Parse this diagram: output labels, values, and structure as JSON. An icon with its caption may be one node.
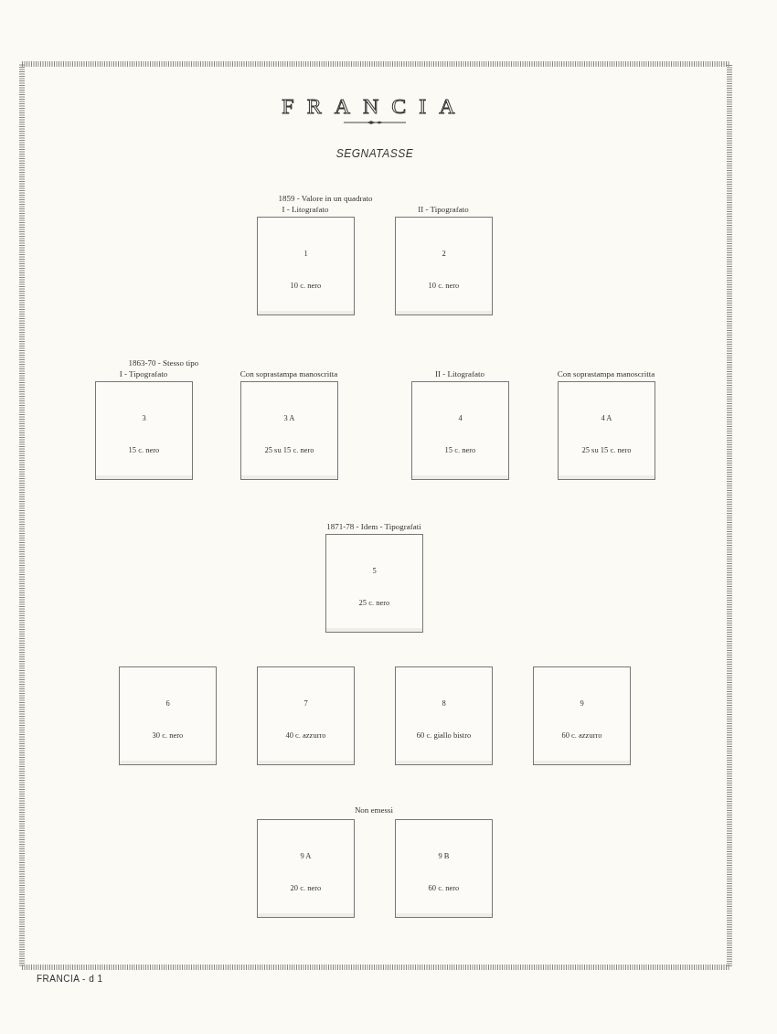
{
  "diagram": {
    "title": "FRANCIA",
    "nodes": [
      {
        "text": [
          "1",
          "10 c. nero"
        ],
        "beside": [
          "1859 - Valore in un quadrato",
          "I - Litografato"
        ]
      },
      {
        "text": [
          "2",
          "10 c. nero"
        ],
        "beside": [
          "II - Tipografato"
        ]
      },
      {
        "text": [
          "3",
          "15 c. nero"
        ],
        "beside": [
          "1863-70 - Stesso tipo",
          "I - Tipografato"
        ]
      },
      {
        "text": [
          "3 A",
          "25 su 15 c. nero"
        ],
        "beside": [
          "Con soprastampa manoscritta"
        ]
      },
      {
        "text": [
          "4",
          "15 c. nero"
        ],
        "beside": [
          "II - Litografato"
        ]
      },
      {
        "text": [
          "4 A",
          "25 su 15 c. nero"
        ],
        "beside": [
          "Con soprastampa manoscritta"
        ]
      },
      {
        "text": [
          "5",
          "25 c. nero"
        ],
        "beside": [
          "1871-78 - Idem - Tipografati"
        ]
      },
      {
        "text": [
          "6",
          "30 c. nero"
        ]
      },
      {
        "text": [
          "7",
          "40 c. azzurro"
        ]
      },
      {
        "text": [
          "8",
          "60 c. giallo bistro"
        ]
      },
      {
        "text": [
          "9",
          "60 c. azzurro"
        ]
      },
      {
        "text": [
          "9 A",
          "20 c. nero"
        ]
      },
      {
        "text": [
          "9 B",
          "60 c. nero"
        ]
      }
    ],
    "edges": [],
    "labels": [
      "SEGNATASSE",
      "Non emessi",
      "FRANCIA - d 1"
    ]
  }
}
